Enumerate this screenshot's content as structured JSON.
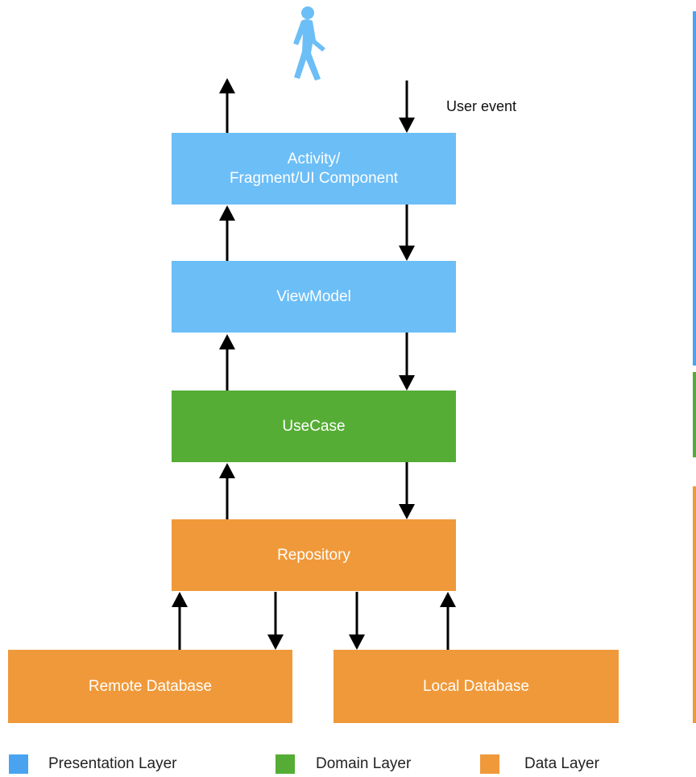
{
  "diagram": {
    "user_event_label": "User event",
    "boxes": {
      "ui": "Activity/\nFragment/UI Component",
      "viewmodel": "ViewModel",
      "usecase": "UseCase",
      "repository": "Repository",
      "remote_db": "Remote Database",
      "local_db": "Local Database"
    }
  },
  "legend": [
    {
      "label": "Presentation Layer",
      "color": "#4aa3ef"
    },
    {
      "label": "Domain Layer",
      "color": "#55ad35"
    },
    {
      "label": "Data Layer",
      "color": "#f0993a"
    }
  ],
  "colors": {
    "presentation": "#6cbef7",
    "domain": "#55ad35",
    "data": "#f0993a",
    "presentation_bar": "#4aa3ef",
    "arrow": "#000000",
    "user_icon": "#6cbef7"
  },
  "icons": {
    "user": "walking-person-icon"
  }
}
